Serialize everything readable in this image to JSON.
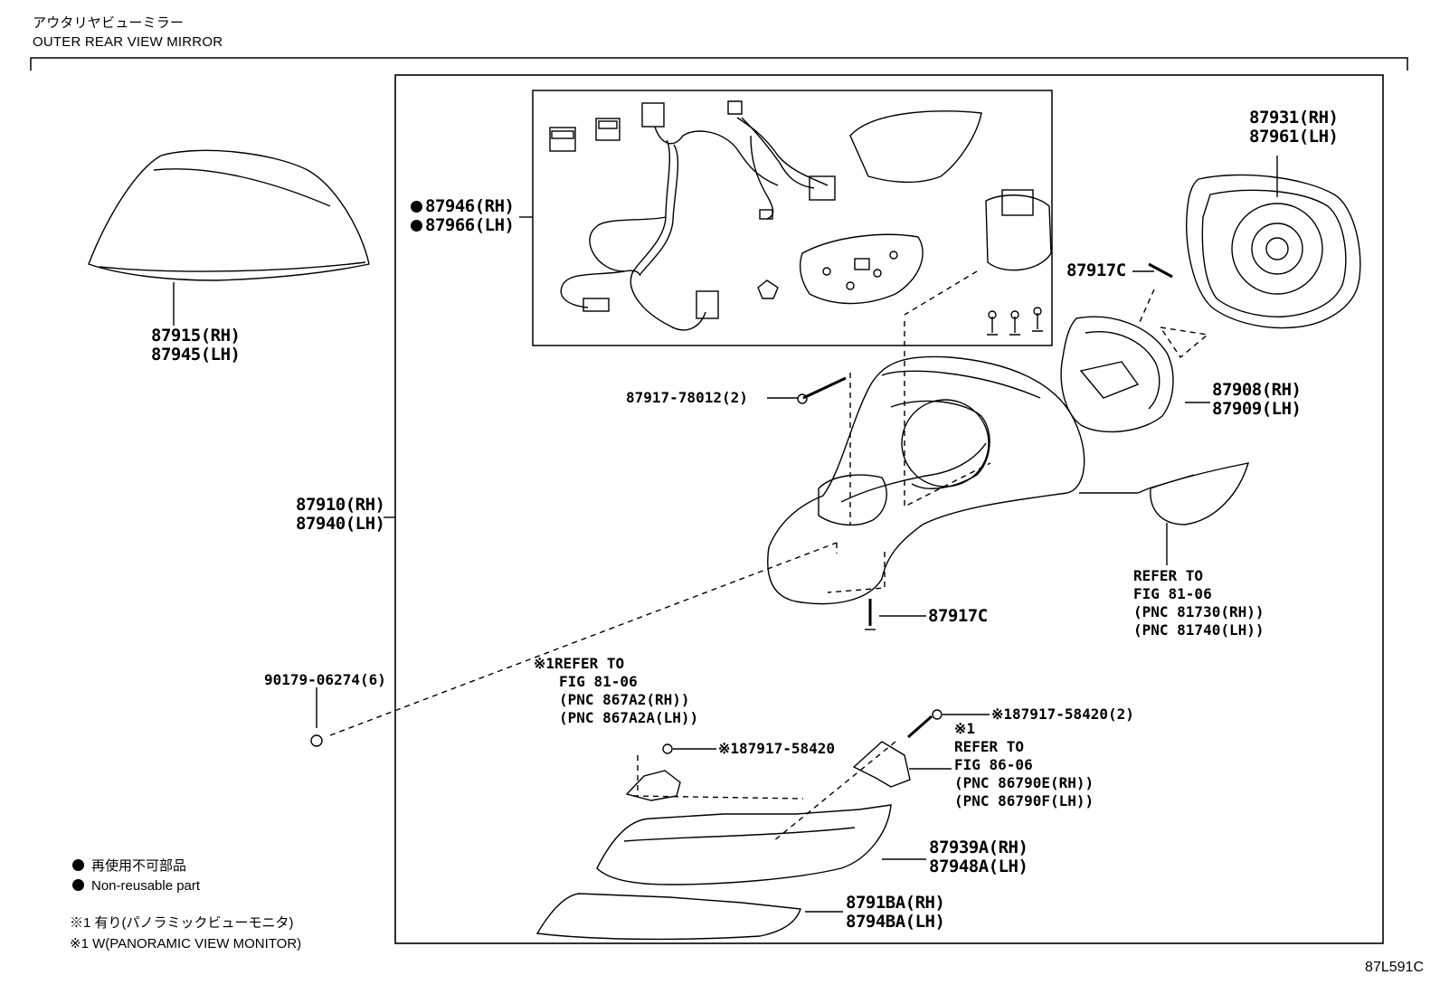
{
  "header": {
    "title_jp": "アウタリヤビューミラー",
    "title_en": "OUTER REAR VIEW MIRROR"
  },
  "parts": {
    "p87915": [
      "87915(RH)",
      "87945(LH)"
    ],
    "p87946": [
      "87946(RH)",
      "87966(LH)"
    ],
    "p87931": [
      "87931(RH)",
      "87961(LH)"
    ],
    "p87917c_top": "87917C",
    "p87908": [
      "87908(RH)",
      "87909(LH)"
    ],
    "p87917_78012": "87917-78012(2)",
    "p87910": [
      "87910(RH)",
      "87940(LH)"
    ],
    "p87917c_bottom": "87917C",
    "refer_81_06_a": [
      "REFER TO",
      "FIG 81-06",
      "(PNC 81730(RH))",
      "(PNC 81740(LH))"
    ],
    "p90179": "90179-06274(6)",
    "refer_81_06_b": [
      "※1REFER TO",
      "FIG 81-06",
      "(PNC 867A2(RH))",
      "(PNC 867A2A(LH))"
    ],
    "p87917_58420_2": "※187917-58420(2)",
    "p87917_58420": "※187917-58420",
    "refer_86_06": [
      "※1",
      "REFER TO",
      "FIG 86-06",
      "(PNC 86790E(RH))",
      "(PNC 86790F(LH))"
    ],
    "p87939a": [
      "87939A(RH)",
      "87948A(LH)"
    ],
    "p8791ba": [
      "8791BA(RH)",
      "8794BA(LH)"
    ]
  },
  "legend": {
    "nonreusable_jp": "再使用不可部品",
    "nonreusable_en": "Non-reusable part",
    "note_jp": "※1 有り(パノラミックビューモニタ)",
    "note_en": "※1 W(PANORAMIC VIEW MONITOR)"
  },
  "illustration_code": "87L591C",
  "nonreusable_marker_icon": "filled-circle-icon"
}
